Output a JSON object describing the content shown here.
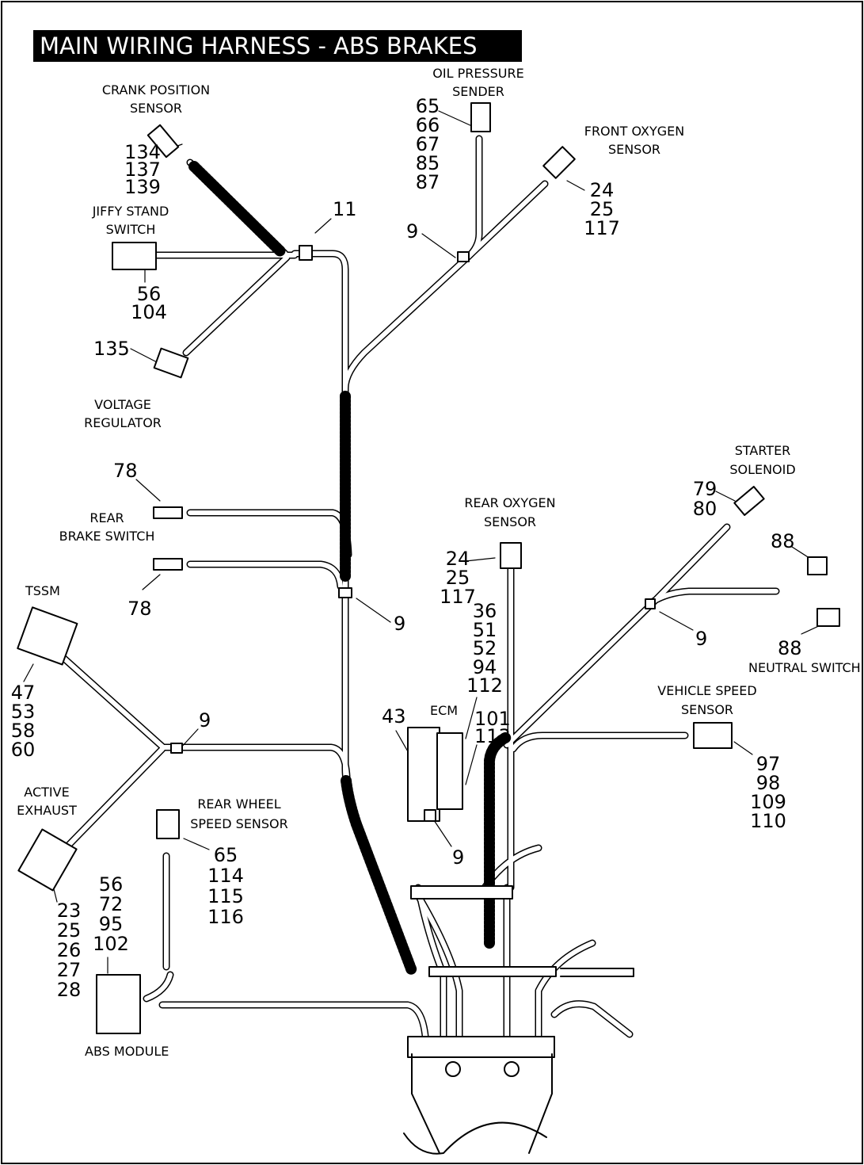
{
  "title": "MAIN WIRING HARNESS - ABS BRAKES",
  "components": {
    "crank_position_sensor": {
      "label": [
        "CRANK POSITION",
        "SENSOR"
      ],
      "callouts": [
        "134",
        "137",
        "139"
      ]
    },
    "oil_pressure_sender": {
      "label": [
        "OIL PRESSURE",
        "SENDER"
      ],
      "callouts": [
        "65",
        "66",
        "67",
        "85",
        "87"
      ]
    },
    "front_oxygen_sensor": {
      "label": [
        "FRONT OXYGEN",
        "SENSOR"
      ],
      "callouts": [
        "24",
        "25",
        "117"
      ]
    },
    "jiffy_stand_switch": {
      "label": [
        "JIFFY STAND",
        "SWITCH"
      ],
      "callouts": [
        "56",
        "104"
      ]
    },
    "voltage_regulator": {
      "label": [
        "VOLTAGE",
        "REGULATOR"
      ],
      "callouts": [
        "135"
      ]
    },
    "rear_brake_switch": {
      "label": [
        "REAR",
        "BRAKE SWITCH"
      ],
      "callouts_upper": [
        "78"
      ],
      "callouts_lower": [
        "78"
      ]
    },
    "tssm": {
      "label": [
        "TSSM"
      ],
      "callouts": [
        "47",
        "53",
        "58",
        "60"
      ]
    },
    "active_exhaust": {
      "label": [
        "ACTIVE",
        "EXHAUST"
      ],
      "callouts": [
        "23",
        "25",
        "26",
        "27",
        "28"
      ]
    },
    "rear_wheel_speed_sensor": {
      "label": [
        "REAR WHEEL",
        "SPEED SENSOR"
      ],
      "callouts": [
        "65",
        "114",
        "115",
        "116"
      ]
    },
    "abs_module": {
      "label": [
        "ABS MODULE"
      ],
      "callouts": [
        "56",
        "72",
        "95",
        "102"
      ]
    },
    "ecm": {
      "label": [
        "ECM"
      ],
      "callouts_left": [
        "43"
      ],
      "callouts_top": [
        "36",
        "51",
        "52",
        "94",
        "112"
      ],
      "callouts_right": [
        "101",
        "113"
      ]
    },
    "rear_oxygen_sensor": {
      "label": [
        "REAR OXYGEN",
        "SENSOR"
      ],
      "callouts": [
        "24",
        "25",
        "117"
      ]
    },
    "starter_solenoid": {
      "label": [
        "STARTER",
        "SOLENOID"
      ],
      "callouts": [
        "79",
        "80"
      ]
    },
    "neutral_switch": {
      "label": [
        "NEUTRAL SWITCH"
      ],
      "callouts_upper": [
        "88"
      ],
      "callouts_lower": [
        "88"
      ]
    },
    "vehicle_speed_sensor": {
      "label": [
        "VEHICLE SPEED",
        "SENSOR"
      ],
      "callouts": [
        "97",
        "98",
        "109",
        "110"
      ]
    }
  },
  "clips": {
    "top_clip": "11",
    "front_branch": "9",
    "brake_junction": "9",
    "left_junction": "9",
    "ecm_clip": "9",
    "right_junction": "9"
  }
}
